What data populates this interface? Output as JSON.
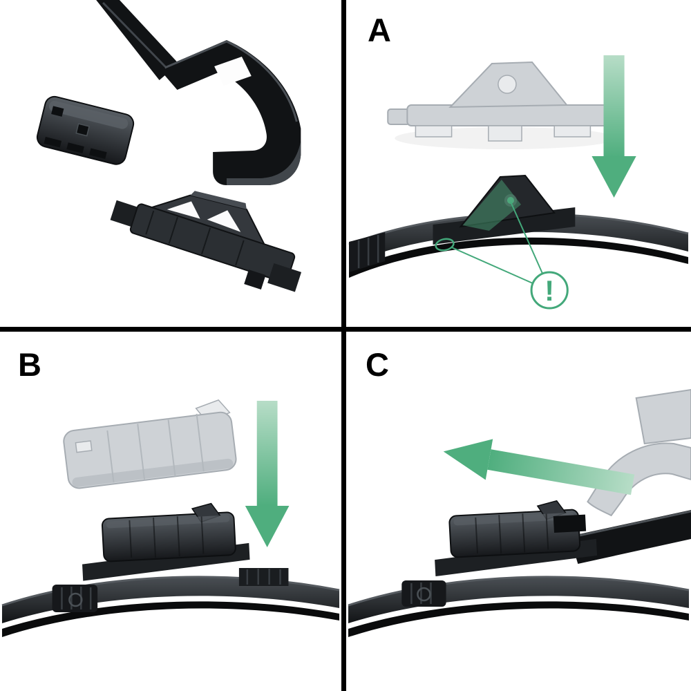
{
  "panels": {
    "overview": {
      "label": ""
    },
    "step_a": {
      "label": "A"
    },
    "step_b": {
      "label": "B"
    },
    "step_c": {
      "label": "C"
    }
  },
  "callout": {
    "exclamation_mark": "!"
  },
  "icons": {
    "step_a_arrow": "arrow-down",
    "step_b_arrow": "arrow-down",
    "step_c_arrow": "arrow-left",
    "warning": "exclamation-circle"
  },
  "colors": {
    "background": "#ffffff",
    "divider_black": "#000000",
    "label_black": "#000000",
    "arrow_green_light": "#b7ddc7",
    "arrow_green_dark": "#4fae7e",
    "callout_green": "#43a87a",
    "ghost_gray_fill": "#ced2d6",
    "ghost_gray_stroke": "#a6acb2",
    "part_black": "#111315",
    "part_dark_gray": "#2b2f33",
    "part_mid_gray": "#4a5055"
  }
}
